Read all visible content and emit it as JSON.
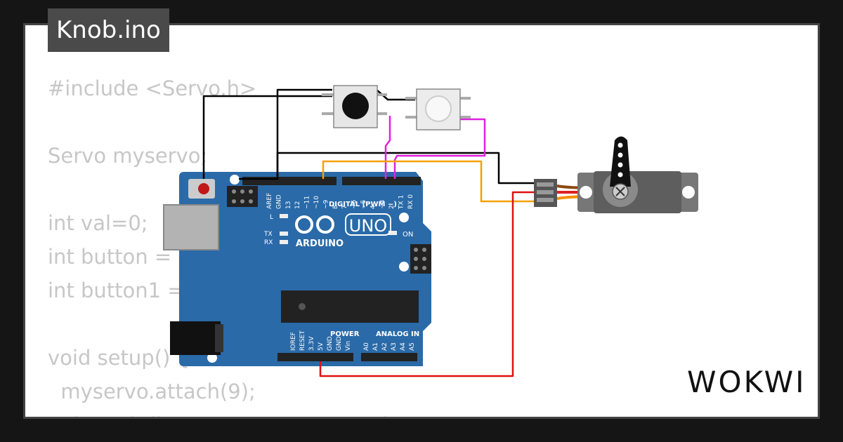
{
  "title": "Knob.ino",
  "code_lines": [
    "#include <Servo.h>",
    "",
    "Servo myservo;",
    "",
    "int val=0;",
    "int button = ",
    "int button1 = ",
    "",
    "void setup() {",
    "  myservo.attach(9);",
    "  pinMode(button, INPUT_PULLUP);"
  ],
  "board": {
    "logo": "ARDUINO",
    "model": "UNO",
    "digital_header": "DIGITAL (PWM ~)",
    "power_header": "POWER",
    "analog_header": "ANALOG IN",
    "on_label": "ON",
    "l_label": "L",
    "tx_label": "TX",
    "rx_label": "RX",
    "digital_pins": [
      "AREF",
      "GND",
      "13",
      "12",
      "~11",
      "~10",
      "~9",
      "8",
      "7",
      "~6",
      "~5",
      "4",
      "~3",
      "2",
      "TX 1",
      "RX 0"
    ],
    "power_pins": [
      "IOREF",
      "RESET",
      "3.3V",
      "5V",
      "GND",
      "GND",
      "Vin"
    ],
    "analog_pins": [
      "A0",
      "A1",
      "A2",
      "A3",
      "A4",
      "A5"
    ]
  },
  "brand": "WOKWI",
  "colors": {
    "board": "#2a6aa8",
    "wire_black": "#000000",
    "wire_magenta": "#e020e0",
    "wire_orange": "#f5a000",
    "wire_red": "#e01010"
  }
}
